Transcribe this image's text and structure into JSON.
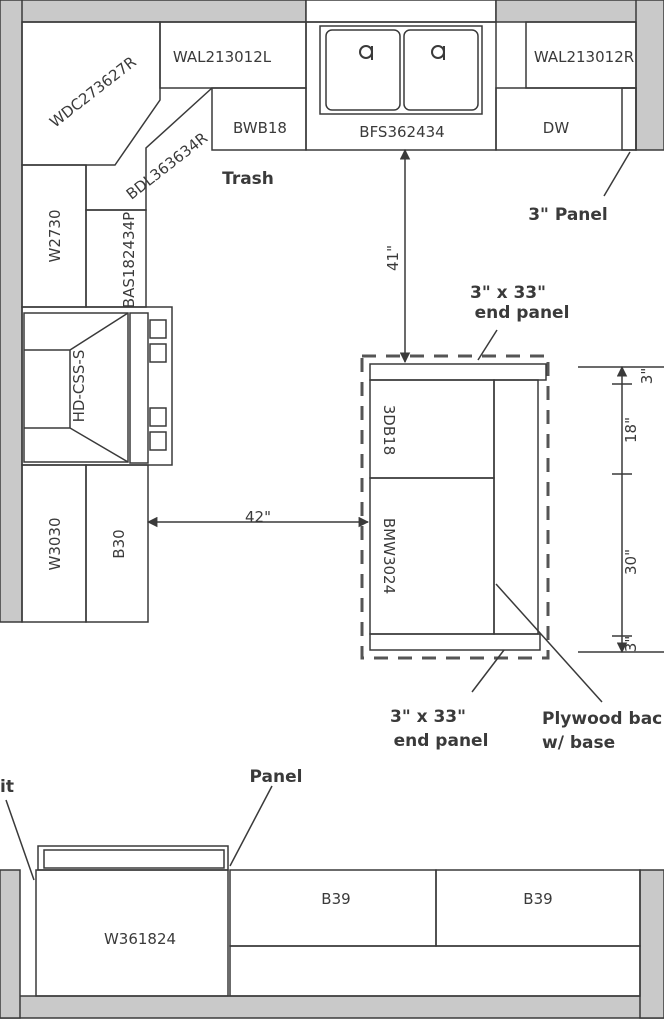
{
  "cabinets": {
    "wdc": "WDC273627R",
    "wal_left": "WAL213012L",
    "wal_right": "WAL213012R",
    "bwb": "BWB18",
    "bfs": "BFS362434",
    "dw": "DW",
    "bdl": "BDL363634R",
    "w2730": "W2730",
    "bas": "BAS182434P",
    "hood": "HD-CSS-S",
    "w3030": "W3030",
    "b30": "B30",
    "db18": "3DB18",
    "bmw": "BMW3024",
    "w361824": "W361824",
    "b39_left": "B39",
    "b39_right": "B39"
  },
  "annotations": {
    "trash": "Trash",
    "panel_3": "3\" Panel",
    "end_panel_top_line1": "3\" x 33\"",
    "end_panel_top_line2": "end panel",
    "end_panel_bottom_line1": "3\" x 33\"",
    "end_panel_bottom_line2": "end panel",
    "plywood_line1": "Plywood bac",
    "plywood_line2": "w/ base",
    "panel": "Panel",
    "cut_it": "it"
  },
  "dimensions": {
    "sink_to_island": "41\"",
    "range_to_island": "42\"",
    "island_top": "3\"",
    "island_18": "18\"",
    "island_30": "30\"",
    "island_bottom": "3\""
  },
  "colors": {
    "line": "#3a3a3a",
    "wall_fill": "#c9c9c9",
    "paper": "#ffffff"
  }
}
